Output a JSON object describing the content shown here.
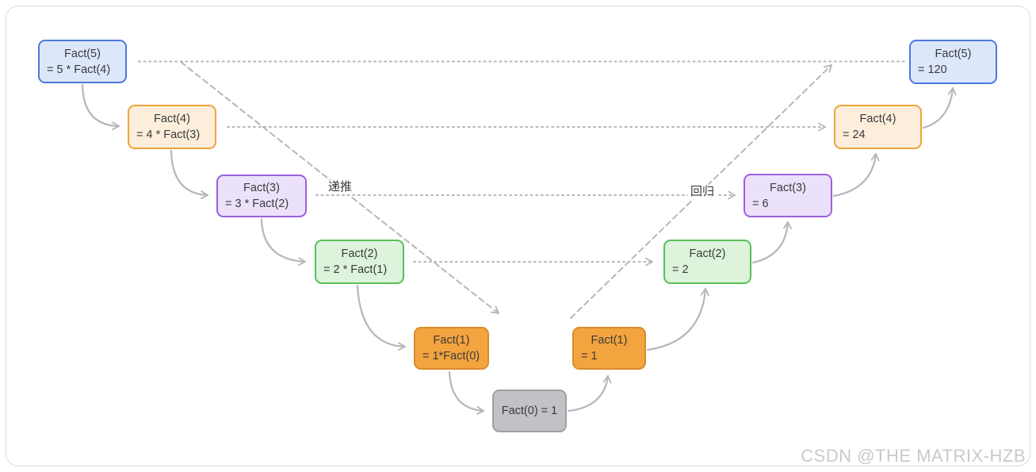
{
  "diagram": {
    "topic": "factorial-recursion",
    "phase_labels": {
      "descend": "递推",
      "return": "回归"
    },
    "watermark": "CSDN @THE MATRIX-HZB"
  },
  "nodes": [
    {
      "name": "call-fact5",
      "line1": "Fact(5)",
      "line2": "= 5 * Fact(4)",
      "color": "blue"
    },
    {
      "name": "call-fact4",
      "line1": "Fact(4)",
      "line2": "= 4 * Fact(3)",
      "color": "peach"
    },
    {
      "name": "call-fact3",
      "line1": "Fact(3)",
      "line2": "= 3 * Fact(2)",
      "color": "purple"
    },
    {
      "name": "call-fact2",
      "line1": "Fact(2)",
      "line2": "= 2 * Fact(1)",
      "color": "green"
    },
    {
      "name": "call-fact1",
      "line1": "Fact(1)",
      "line2": "= 1*Fact(0)",
      "color": "orange"
    },
    {
      "name": "base-fact0",
      "line1": "Fact(0) = 1",
      "color": "gray"
    },
    {
      "name": "return-fact1",
      "line1": "Fact(1)",
      "line2": "= 1",
      "color": "orange"
    },
    {
      "name": "return-fact2",
      "line1": "Fact(2)",
      "line2": "= 2",
      "color": "green"
    },
    {
      "name": "return-fact3",
      "line1": "Fact(3)",
      "line2": "= 6",
      "color": "purple"
    },
    {
      "name": "return-fact4",
      "line1": "Fact(4)",
      "line2": "= 24",
      "color": "peach"
    },
    {
      "name": "return-fact5",
      "line1": "Fact(5)",
      "line2": "= 120",
      "color": "blue"
    }
  ],
  "colors": {
    "node_blue_fill": "#DCE7FA",
    "node_blue_border": "#4C78DD",
    "node_peach_fill": "#FCEEDB",
    "node_peach_border": "#F0A23C",
    "node_purple_fill": "#ECE1FA",
    "node_purple_border": "#9C5FE0",
    "node_green_fill": "#DDF3DB",
    "node_green_border": "#58C158",
    "node_orange_fill": "#F3A43F",
    "node_orange_border": "#D98C2B",
    "node_gray_fill": "#C2C2C6",
    "node_gray_border": "#9EA0A6",
    "connector": "#B6B6BC",
    "text": "#3A3A3A",
    "watermark": "#C9C9C9"
  }
}
